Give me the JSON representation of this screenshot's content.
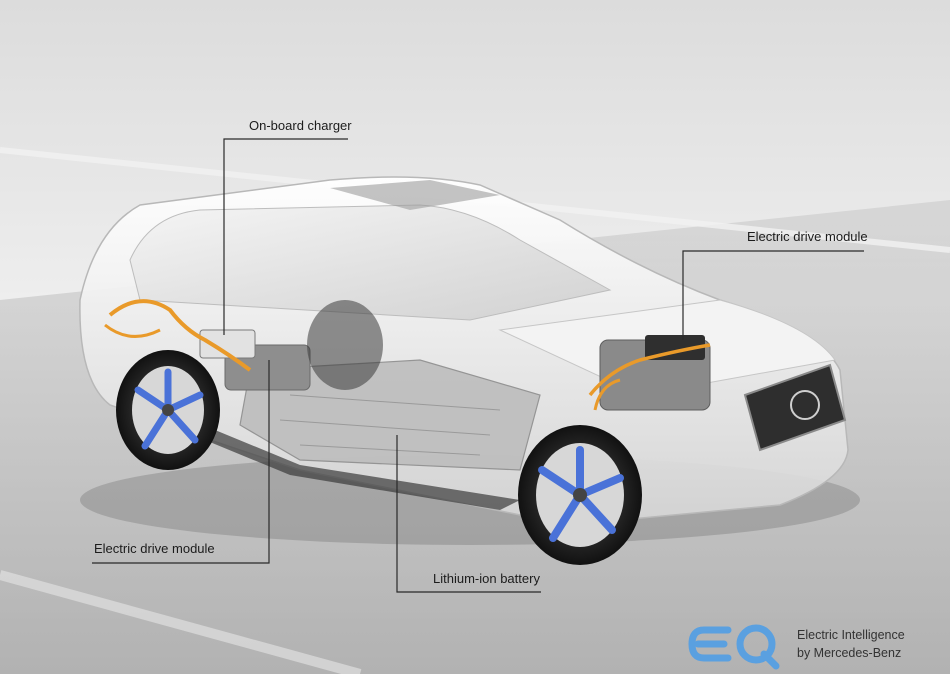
{
  "diagram": {
    "callouts": {
      "onboard_charger": "On-board charger",
      "electric_drive_front": "Electric drive module",
      "electric_drive_rear": "Electric drive module",
      "battery": "Lithium-ion battery"
    }
  },
  "brand": {
    "line1": "Electric Intelligence",
    "line2": "by Mercedes-Benz",
    "logo_color": "#5aa0e0"
  },
  "colors": {
    "wheel_accent": "#4a72d8",
    "cable_orange": "#e99a2a",
    "leader_line": "#2a2a2a"
  }
}
